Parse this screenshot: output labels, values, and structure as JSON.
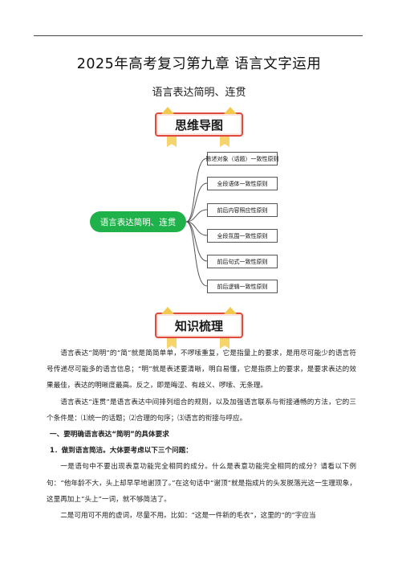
{
  "header": {
    "title": "2025年高考复习第九章 语言文字运用",
    "subtitle": "语言表达简明、连贯"
  },
  "banners": {
    "mindmap_label": "思维导图",
    "knowledge_label": "知识梳理"
  },
  "mindmap": {
    "root": "语言表达简明、连贯",
    "branches": [
      "陈述对象（话题）一致性原则",
      "全段语体一致性原则",
      "前后内容照应性原则",
      "全段氛围一致性原则",
      "前后句式一致性原则",
      "前后逻辑一致性原则"
    ]
  },
  "colors": {
    "accent_red": "#e04a3c",
    "root_green": "#20b24a",
    "ribbon_yellow": "#f7d36b"
  },
  "content": {
    "p1": "语言表达“简明”的“简”就是简简单单，不啰嗦重复，它是指量上的要求，是用尽可能少的语言符号传递尽可能多的语言信息；“明”就是表述要清晰，明白易懂，它是指质上的要求，是要求表达的效果最佳，表达的明晰度最高。反之，即是晦涩、有歧义、啰嗦、无条理。",
    "p2": "语言表达“连贯”是语言表达中间排列组合的规则，以及加强语言联系与衔接通畅的方法，它的三个条件是：⑴统一的话题；⑵合理的句序；⑶语言的衔接与呼应。",
    "h1": "一、要明确语言表达“简明”的具体要求",
    "h2": "1．做到语言简洁。大体要考虑以下三个问题：",
    "p3": "一是语句中不要出现表意功能完全相同的成分。什么是表意功能完全相同的成分？请看以下例句：“他年龄不大，头上却早早地谢顶了。”在这句话中“谢顶”就是指成片的头发脱落光这一生理现象，这里再加上“头上”一词，就不够简洁了。",
    "p4": "二是可用可不用的虚词，尽量不用。比如：“这是一件新的毛衣”，这里的“的”字应当"
  }
}
